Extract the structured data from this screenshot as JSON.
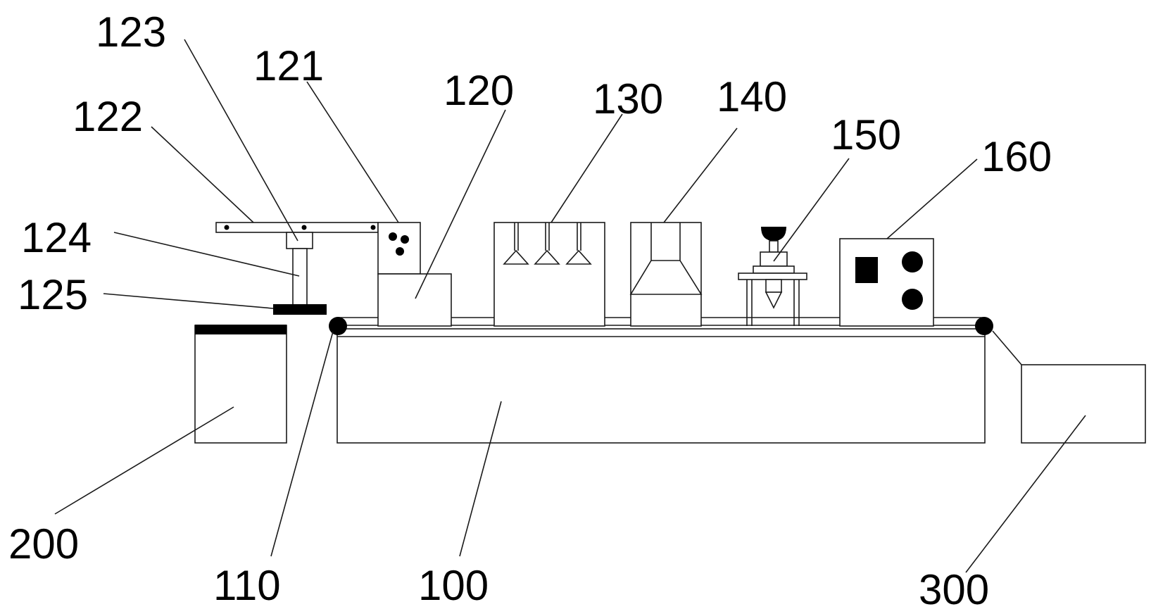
{
  "labels": {
    "l123": "123",
    "l121": "121",
    "l122": "122",
    "l120": "120",
    "l130": "130",
    "l140": "140",
    "l150": "150",
    "l160": "160",
    "l124": "124",
    "l125": "125",
    "l200": "200",
    "l110": "110",
    "l100": "100",
    "l300": "300"
  },
  "colors": {
    "stroke": "#1a1a1a",
    "fill": "#000000",
    "background": "#ffffff"
  }
}
